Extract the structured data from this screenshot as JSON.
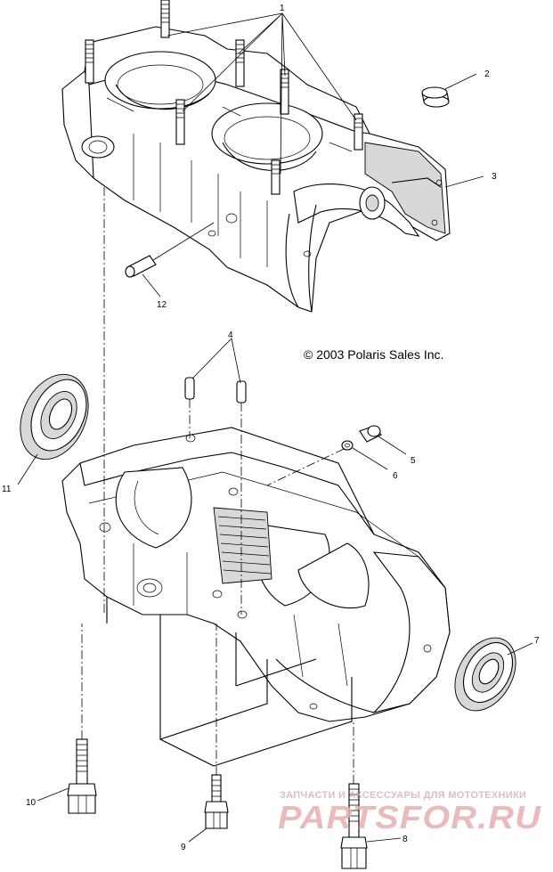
{
  "copyright": "© 2003 Polaris Sales Inc.",
  "callouts": [
    "1",
    "2",
    "3",
    "4",
    "5",
    "6",
    "7",
    "8",
    "9",
    "10",
    "11",
    "12"
  ],
  "watermark": {
    "top_line": "ЗАПЧАСТИ И АКСЕССУАРЫ ДЛЯ МОТОТЕХНИКИ",
    "logo": "PARTSFOR.RU"
  },
  "colors": {
    "line": "#000000",
    "background": "#ffffff",
    "watermark": "#e8b0b0"
  }
}
